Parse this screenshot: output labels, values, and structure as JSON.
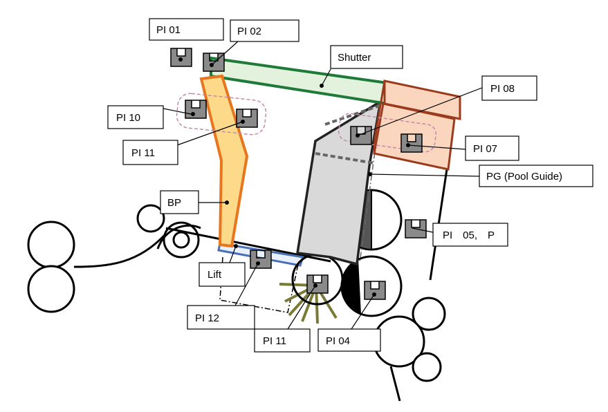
{
  "labels": {
    "pi01": "PI 01",
    "pi02": "PI 02",
    "shutter": "Shutter",
    "pi08": "PI 08",
    "pi10": "PI 10",
    "pi11_top": "PI 11",
    "pi07": "PI 07",
    "pg": "PG (Pool Guide)",
    "bp": "BP",
    "pi05": "PI　05,　P",
    "lift": "Lift",
    "pi12": "PI 12",
    "pi11_bottom": "PI 11",
    "pi04": "PI 04"
  },
  "colors": {
    "shutter_stroke": "#1f7a3a",
    "shutter_fill": "#e3f2dc",
    "bp_stroke": "#e8761e",
    "bp_fill": "#fdd98a",
    "box_stroke": "#9b3a1c",
    "box_fill": "#fbd6bf",
    "pg_fill": "#d9d9d9",
    "lift_stroke": "#4a6fb5",
    "lift_fill": "#e8f1fb",
    "sensor_fill": "#8a8a8a",
    "group_dash": "#c58aa8",
    "brush": "#7a7a38"
  }
}
